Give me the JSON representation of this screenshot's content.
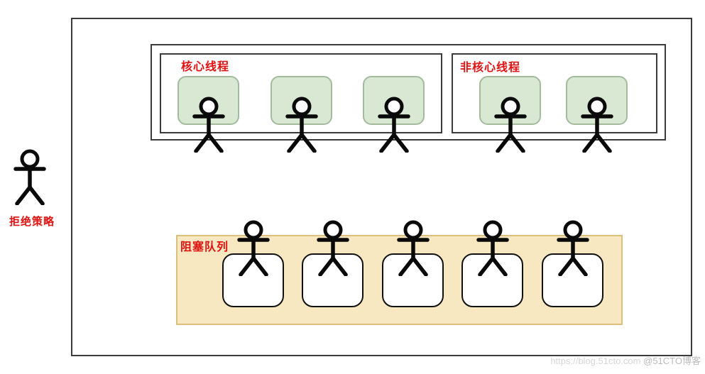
{
  "diagram": {
    "title_hint": "thread-pool-diagram",
    "core_threads": {
      "label": "核心线程",
      "slot_count": 3
    },
    "non_core_threads": {
      "label": "非核心线程",
      "slot_count": 2
    },
    "blocking_queue": {
      "label": "阻塞队列",
      "slot_count": 5
    },
    "rejection_policy": {
      "label": "拒绝策略",
      "figure_count": 1
    },
    "colors": {
      "label_red": "#e01212",
      "thread_slot_fill": "#d9e8d2",
      "thread_slot_border": "#a3ba9d",
      "queue_fill": "#f8e8c1",
      "queue_border": "#ddbf7d",
      "box_border": "#3b3b3b",
      "queue_slot_border": "#111111"
    },
    "watermark": {
      "url_text": "https://blog.51cto.com",
      "brand_text": "@51CTO博客"
    }
  }
}
